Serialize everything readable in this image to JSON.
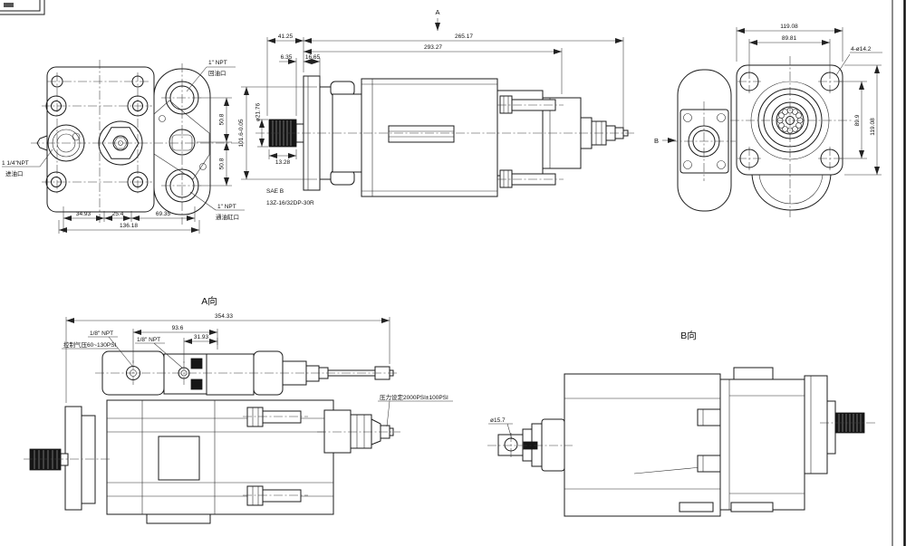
{
  "drawing": {
    "end_view": {
      "ports": [
        {
          "size": "1\" NPT",
          "label_cn": "回油口"
        },
        {
          "size": "1 1/4\"NPT",
          "label_cn": "进油口"
        },
        {
          "size": "1\" NPT",
          "label_cn": "通油缸口"
        }
      ],
      "dims": {
        "d_34_93": "34.93",
        "d_25_4": "25.4",
        "d_69_35": "69.35",
        "d_total": "136.18",
        "d_port_upper": "50.8",
        "d_port_lower": "50.8"
      }
    },
    "side_view": {
      "section_label": "A",
      "dims": {
        "shaft_ext": "41.25",
        "body_length": "265.17",
        "overall": "293.27",
        "washer": "6.35",
        "flange_thk": "16.65",
        "spline_len": "13.28",
        "pilot": "101.6-0.05",
        "shaft_dia": "ø21.76"
      },
      "spline_note1": "SAE B",
      "spline_note2": "13Z-16/32DP-30R"
    },
    "front_view": {
      "view_label": "B",
      "dims": {
        "flange_width": "119.08",
        "bolt_span_h": "89.81",
        "bolt_callout": "4-ø14.2",
        "bolt_span_v": "89.9",
        "flange_height": "119.08"
      }
    },
    "view_a": {
      "title": "A向",
      "dims": {
        "overall": "354.33",
        "port_span": "93.6",
        "port_offset": "31.93"
      },
      "notes": {
        "npt1": "1/8\" NPT",
        "npt2": "1/8\" NPT",
        "air": "控制气压60~130PSI",
        "relief": "压力设定2000PSI±100PSI"
      }
    },
    "view_b": {
      "title": "B向",
      "port_dia": "ø15.7"
    }
  }
}
